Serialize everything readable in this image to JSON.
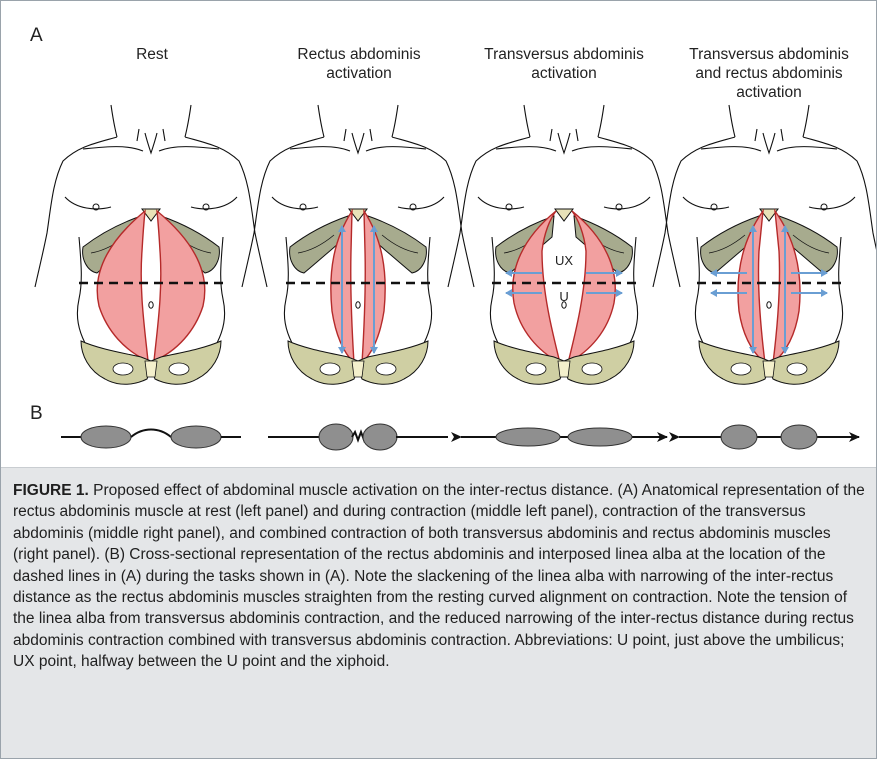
{
  "figure": {
    "panel_a_letter": "A",
    "panel_b_letter": "B",
    "panels": [
      {
        "title": "Rest"
      },
      {
        "title": "Rectus abdominis\nactivation"
      },
      {
        "title": "Transversus abdominis\nactivation",
        "labels": {
          "ux": "UX",
          "u": "U"
        }
      },
      {
        "title": "Transversus abdominis\nand rectus abdominis\nactivation"
      }
    ],
    "colors": {
      "muscle": "#f2a0a0",
      "muscle_edge": "#b52a2a",
      "ribs": "#a7ab8e",
      "pelvis": "#cfcfa3",
      "arrow": "#6a9ed3",
      "ellipse": "#8f8f8f",
      "caption_bg": "#e4e6e8"
    }
  },
  "caption": {
    "label": "FIGURE 1.",
    "text": " Proposed effect of abdominal muscle activation on the inter-rectus distance. (A) Anatomical representation of the rectus abdominis muscle at rest (left panel) and during contraction (middle left panel), contraction of the transversus abdominis (middle right panel), and combined contraction of both transversus abdominis and rectus abdominis muscles (right panel). (B) Cross-sectional representation of the rectus abdominis and interposed linea alba at the location of the dashed lines in (A) during the tasks shown in (A). Note the slackening of the linea alba with narrowing of the inter-rectus distance as the rectus abdominis muscles straighten from the resting curved alignment on contraction. Note the tension of the linea alba from transversus abdominis contraction, and the reduced narrowing of the inter-rectus distance during rectus abdominis contraction combined with transversus abdominis contraction. Abbreviations: U point, just above the umbilicus; UX point, halfway between the U point and the xiphoid."
  }
}
